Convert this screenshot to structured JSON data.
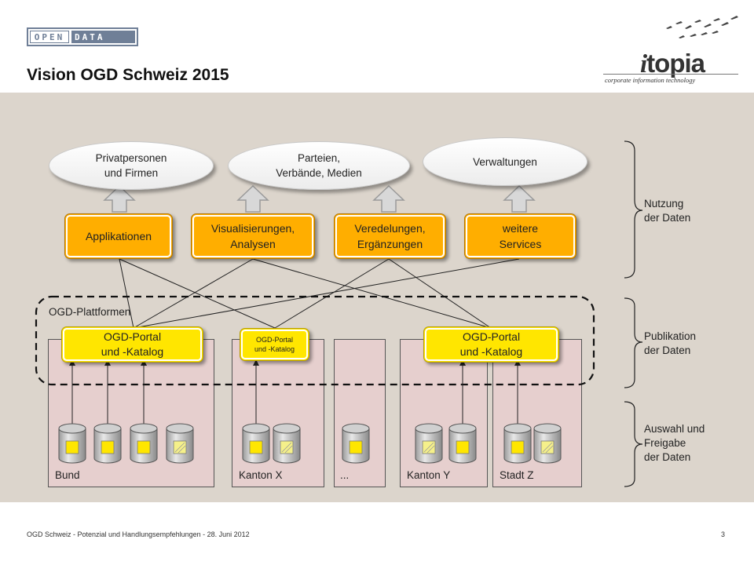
{
  "header": {
    "logo_open": "OPEN",
    "logo_data": "DATA",
    "title": "Vision OGD Schweiz 2015",
    "itopia_i": "i",
    "itopia_rest": "topia",
    "itopia_tagline": "corporate information technology"
  },
  "consumers": [
    {
      "label": "Privatpersonen\nund Firmen"
    },
    {
      "label": "Parteien,\nVerbände,  Medien"
    },
    {
      "label": "Verwaltungen"
    }
  ],
  "services": [
    {
      "label": "Applikationen"
    },
    {
      "label": "Visualisierungen,\nAnalysen"
    },
    {
      "label": "Veredelungen,\nErgänzungen"
    },
    {
      "label": "weitere\nServices"
    }
  ],
  "platform_label": "OGD-Plattformen",
  "portals": [
    {
      "label": "OGD-Portal\nund -Katalog"
    },
    {
      "label": "OGD-Portal\nund -Katalog"
    },
    {
      "label": "OGD-Portal\nund -Katalog"
    }
  ],
  "jurisdictions": [
    {
      "label": "Bund"
    },
    {
      "label": "Kanton X"
    },
    {
      "label": "..."
    },
    {
      "label": "Kanton Y"
    },
    {
      "label": "Stadt Z"
    }
  ],
  "side_labels": {
    "nutzung": "Nutzung\nder Daten",
    "publikation": "Publikation\nder Daten",
    "auswahl": "Auswahl und\nFreigabe\nder Daten"
  },
  "colors": {
    "panel": "#dcd5cc",
    "service_orange": "#ffae00",
    "portal_yellow": "#ffe600",
    "jurisdiction_pink": "#e6cfce"
  },
  "footer": {
    "text": "OGD Schweiz - Potenzial und Handlungsempfehlungen - 28. Juni 2012",
    "page": "3"
  }
}
